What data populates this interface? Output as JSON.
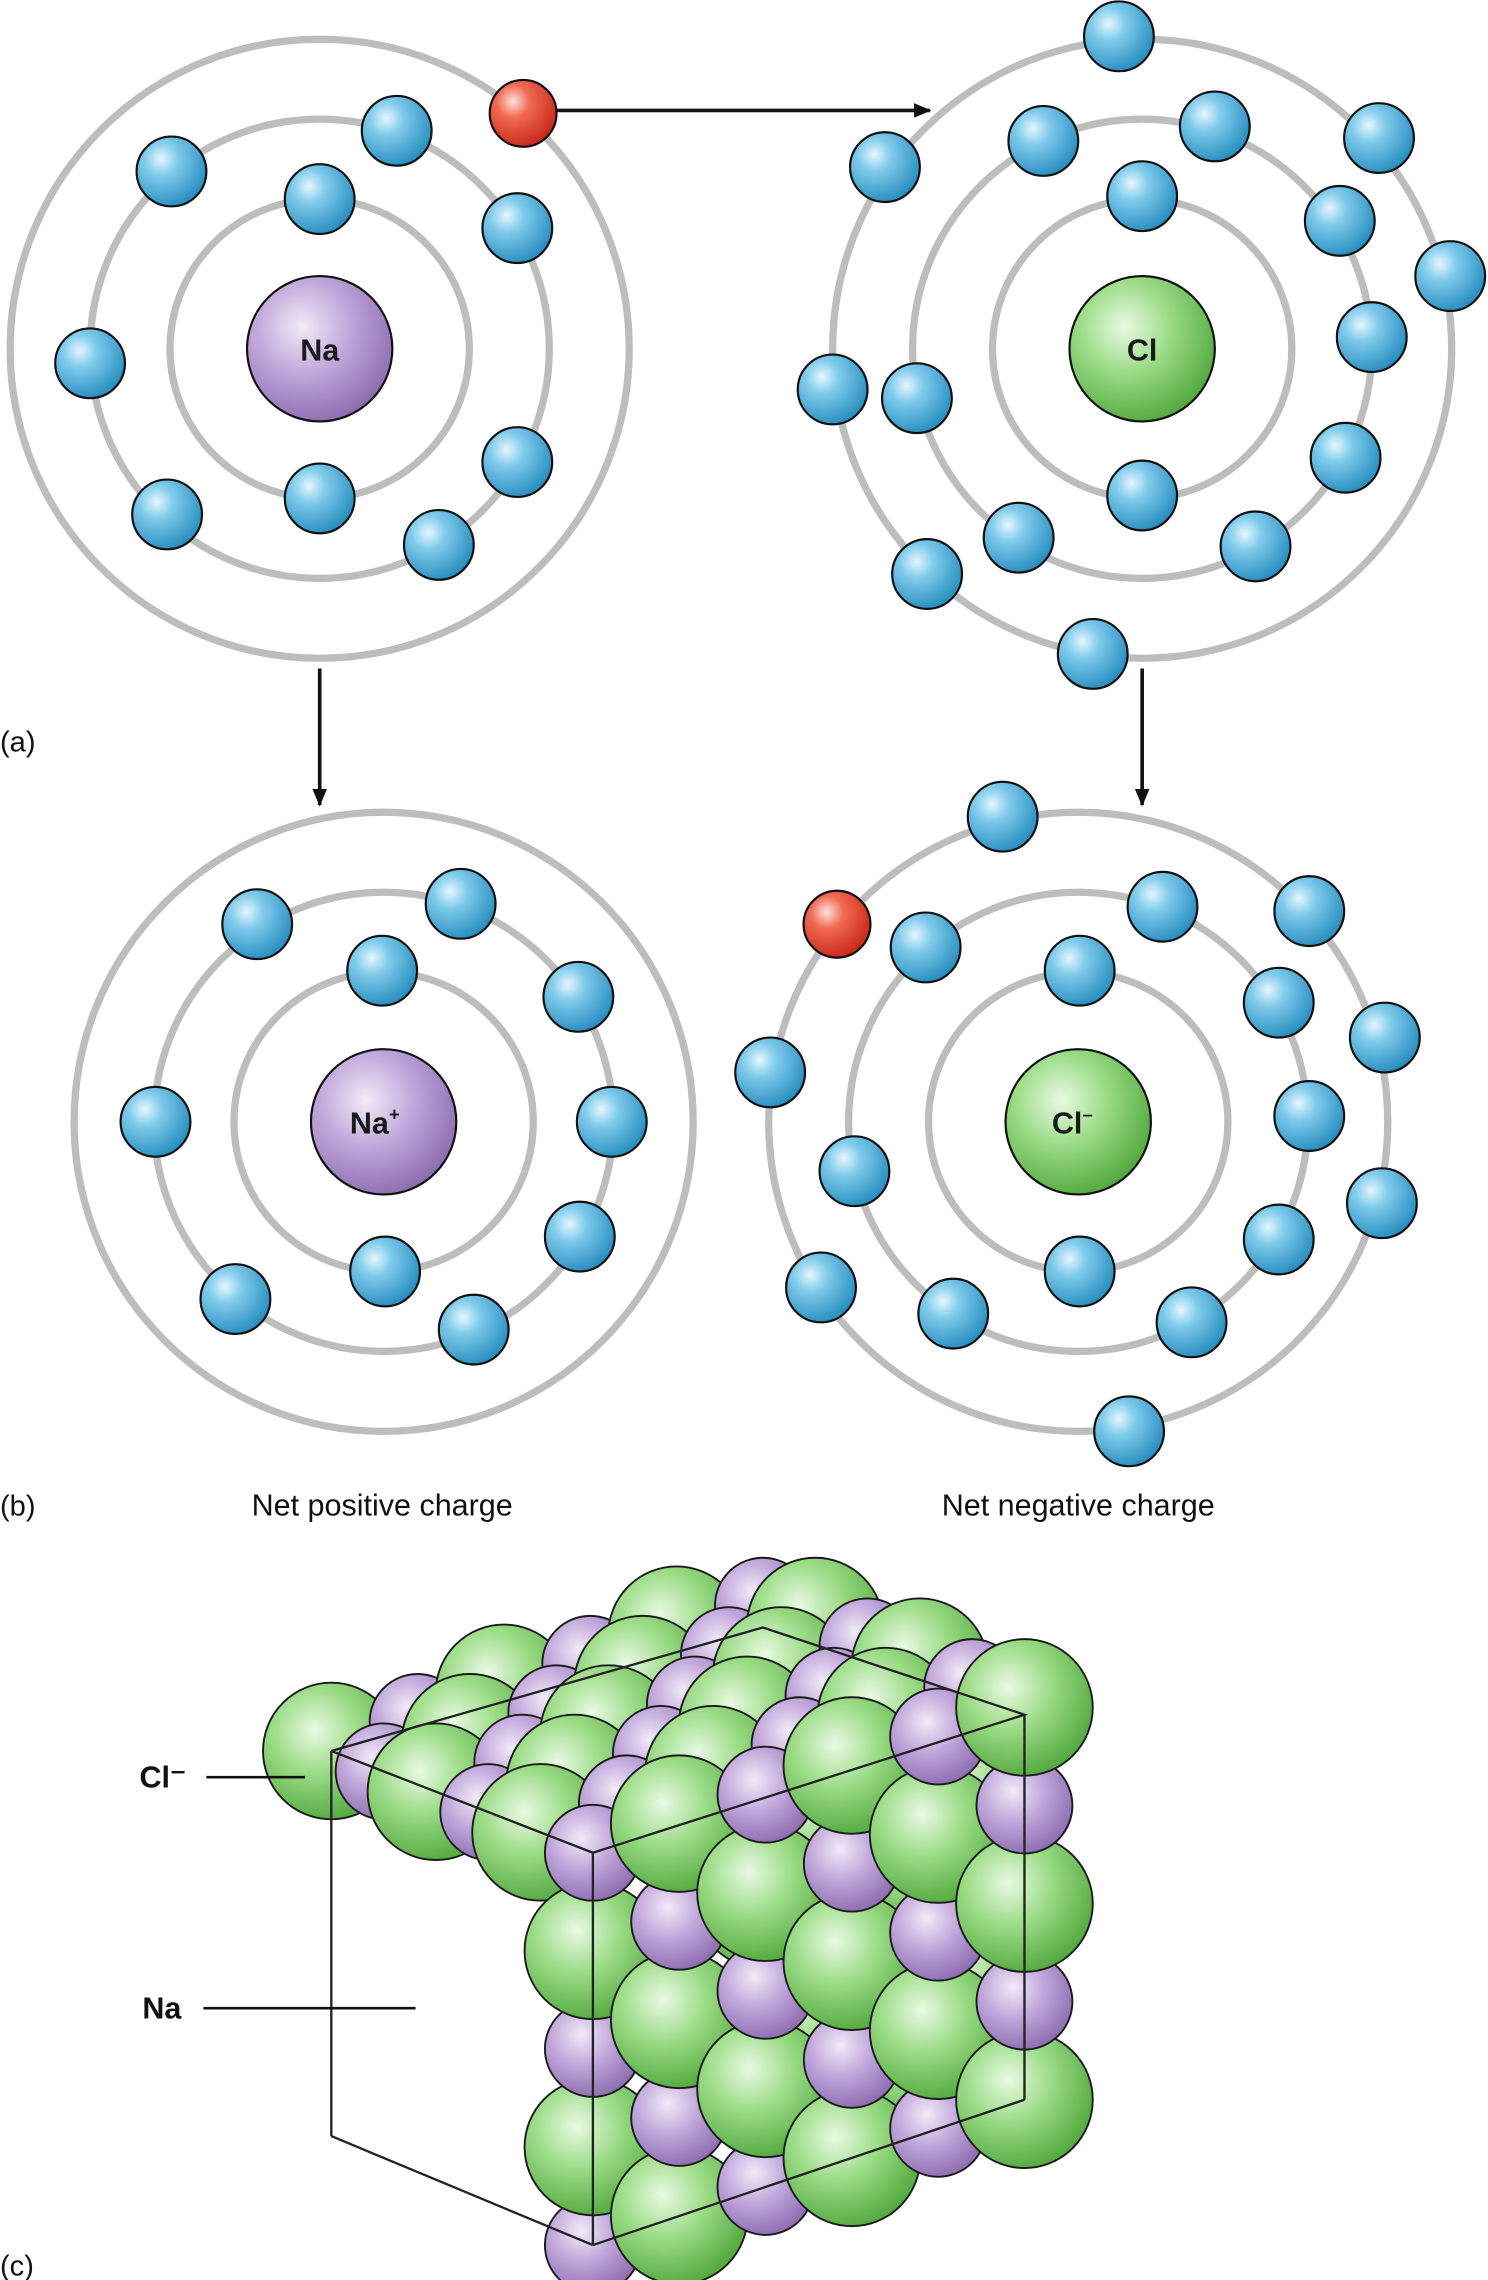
{
  "labels": {
    "part_a": "(a)",
    "part_b": "(b)",
    "part_c": "(c)",
    "na_atom": "Na",
    "cl_atom": "Cl",
    "na_ion_base": "Na",
    "na_ion_sign": "+",
    "cl_ion_base": "Cl",
    "cl_ion_sign": "–",
    "net_positive": "Net positive charge",
    "net_negative": "Net negative charge",
    "lattice_cl": "Cl⁻",
    "lattice_na": "Na"
  },
  "colors": {
    "shell": "#bdbdbd",
    "electron": "#3fa8d4",
    "transferred_electron": "#e8402e",
    "sodium": "#a98ac6",
    "chlorine": "#6cc25a",
    "arrow": "#111111"
  }
}
